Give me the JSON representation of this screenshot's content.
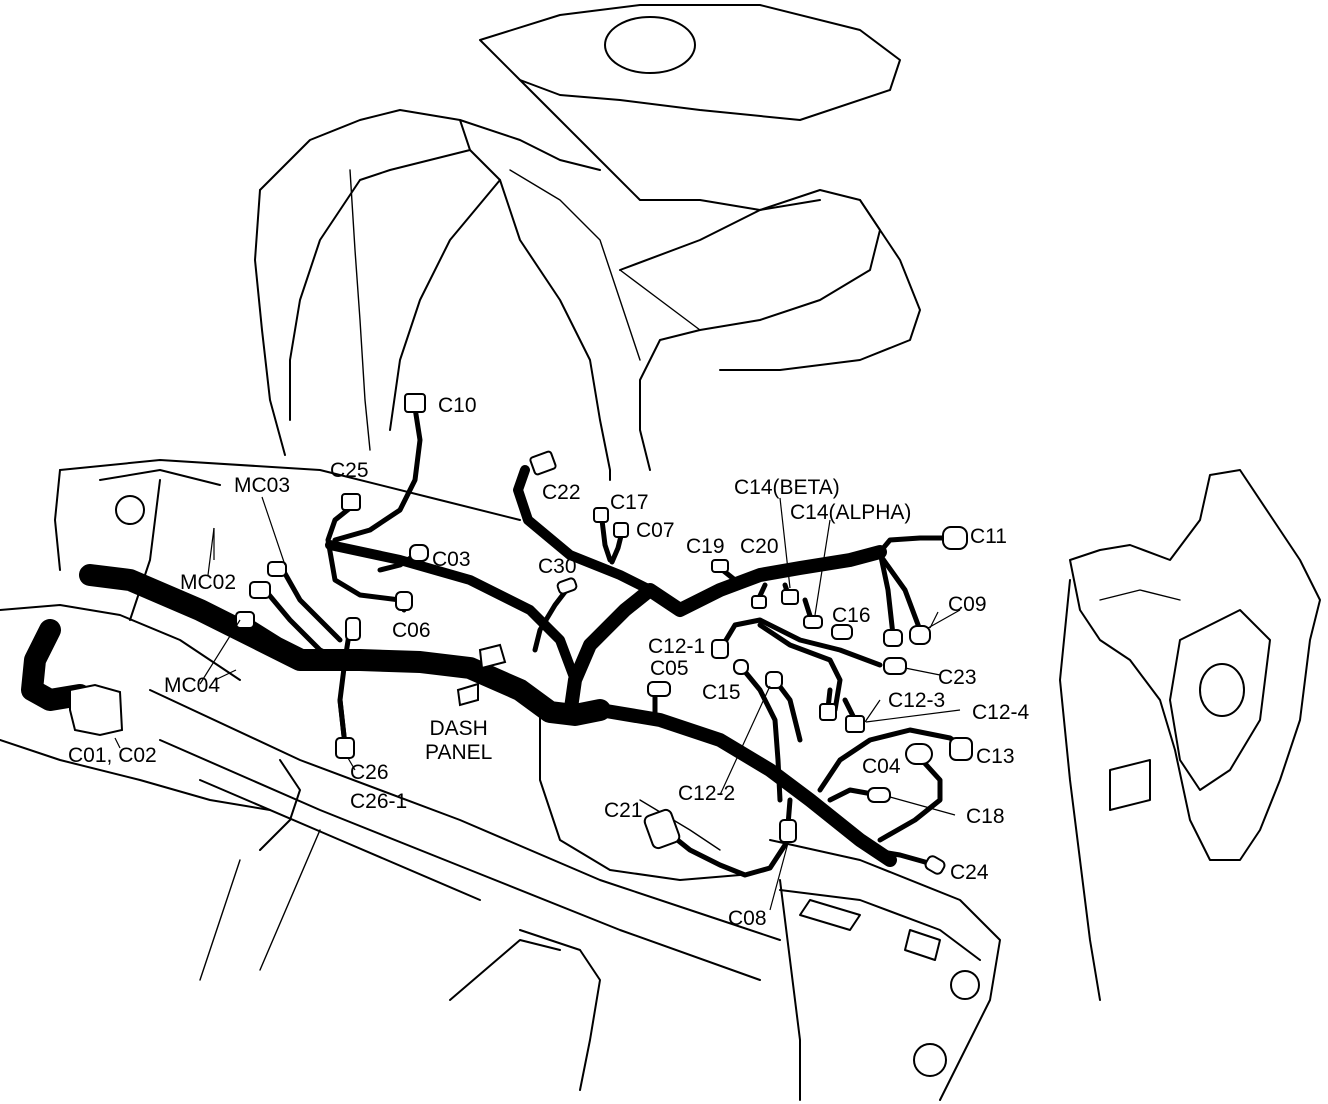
{
  "labels": {
    "c10": "C10",
    "c25": "C25",
    "mc03": "MC03",
    "mc02": "MC02",
    "mc04": "MC04",
    "c01_c02": "C01, C02",
    "c03": "C03",
    "c06": "C06",
    "c22": "C22",
    "c17": "C17",
    "c07": "C07",
    "c30": "C30",
    "c19": "C19",
    "c20": "C20",
    "c14_beta": "C14(BETA)",
    "c14_alpha": "C14(ALPHA)",
    "c11": "C11",
    "c09": "C09",
    "c16": "C16",
    "c12_1": "C12-1",
    "c05": "C05",
    "c15": "C15",
    "c23": "C23",
    "c12_3": "C12-3",
    "c12_4": "C12-4",
    "c04": "C04",
    "c13": "C13",
    "c18": "C18",
    "c24": "C24",
    "c21": "C21",
    "c12_2": "C12-2",
    "c08": "C08",
    "c26": "C26",
    "c26_1": "C26-1",
    "dash_panel_line1": "DASH",
    "dash_panel_line2": "PANEL"
  },
  "colors": {
    "ink": "#000000",
    "paper": "#ffffff"
  }
}
